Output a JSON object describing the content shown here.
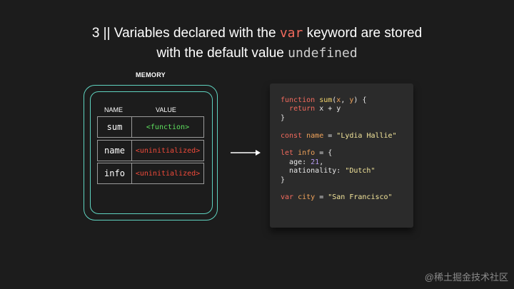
{
  "title": {
    "line1_prefix": "3 || Variables declared with the ",
    "line1_keyword": "var",
    "line1_suffix": " keyword are stored",
    "line2_prefix": "with the default value ",
    "line2_value": "undefined"
  },
  "memory": {
    "label": "MEMORY",
    "columns": {
      "name": "NAME",
      "value": "VALUE"
    },
    "rows": [
      {
        "name": "sum",
        "value": "<function>",
        "value_color": "#5ee05e"
      },
      {
        "name": "name",
        "value": "<uninitialized>",
        "value_color": "#f04a3a"
      },
      {
        "name": "info",
        "value": "<uninitialized>",
        "value_color": "#f04a3a"
      }
    ],
    "border_color": "#5fd3c0"
  },
  "code": {
    "line1": {
      "kw": "function",
      "fn": "sum",
      "args_open": "(",
      "x": "x",
      "comma": ", ",
      "y": "y",
      "args_close": ") {"
    },
    "line2": {
      "kw": "return",
      "expr": " x + y"
    },
    "line3": "}",
    "line4": {
      "kw": "const",
      "var": "name",
      "eq": " = ",
      "str": "\"Lydia Hallie\""
    },
    "line5": {
      "kw": "let",
      "var": "info",
      "rest": " = {"
    },
    "line6": {
      "key": "age: ",
      "num": "21",
      "comma": ","
    },
    "line7": {
      "key": "nationality: ",
      "str": "\"Dutch\""
    },
    "line8": "}",
    "line9": {
      "kw": "var",
      "var": "city",
      "eq": " = ",
      "str": "\"San Francisco\""
    }
  },
  "watermark": "@稀土掘金技术社区"
}
